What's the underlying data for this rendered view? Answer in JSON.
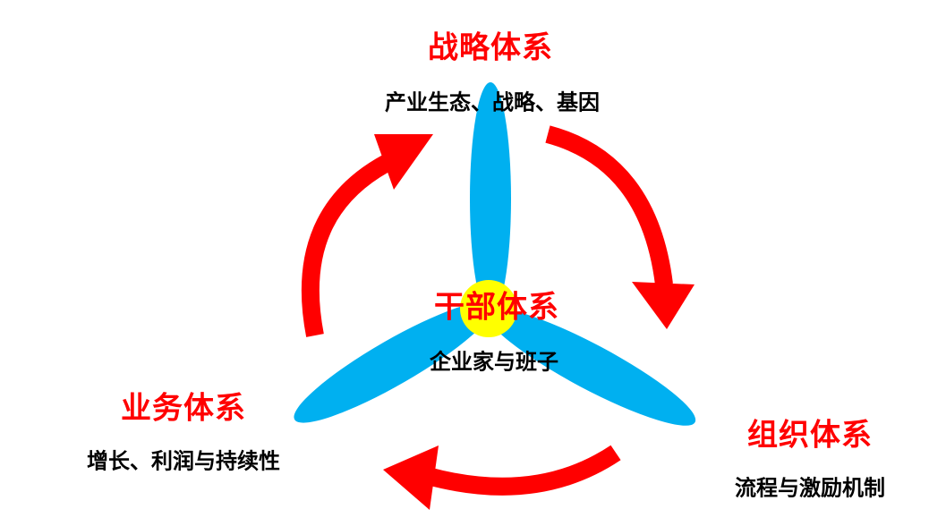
{
  "colors": {
    "blade": "#00b0f0",
    "hub": "#ffff00",
    "arrow": "#ff0000",
    "title": "#ff0000",
    "text": "#000000"
  },
  "top": {
    "title": "战略体系",
    "subtitle": "产业生态、战略、基因"
  },
  "center": {
    "title": "干部体系",
    "subtitle": "企业家与班子"
  },
  "left": {
    "title": "业务体系",
    "subtitle": "增长、利润与持续性"
  },
  "right": {
    "title": "组织体系",
    "subtitle": "流程与激励机制"
  }
}
